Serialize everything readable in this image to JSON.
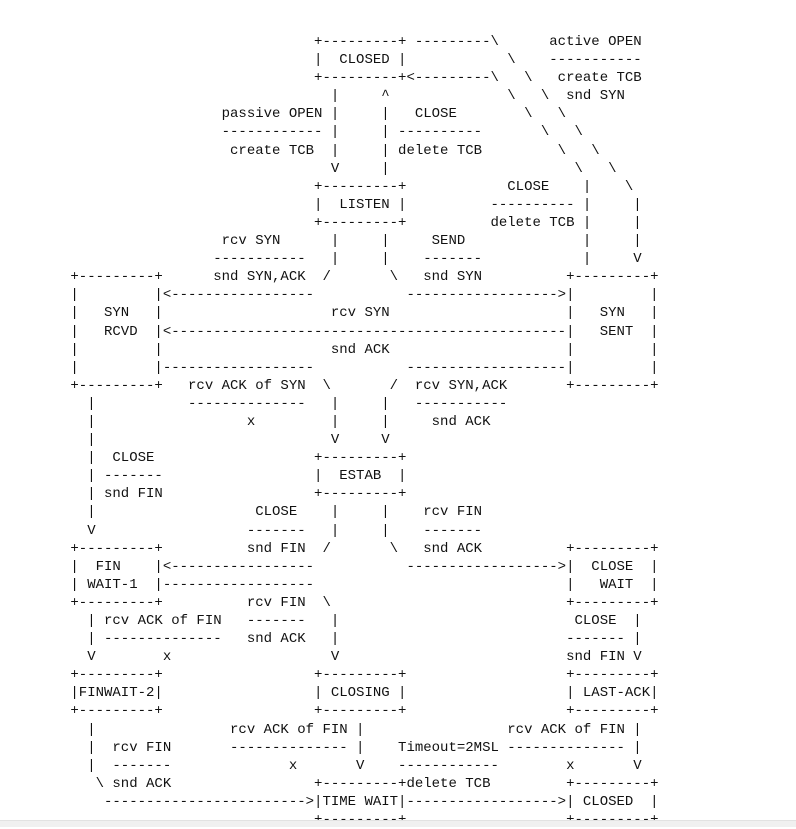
{
  "diagram": {
    "lines": [
      "                              +---------+ ---------\\      active OPEN",
      "                              |  CLOSED |            \\    -----------",
      "                              +---------+<---------\\   \\   create TCB",
      "                                |     ^              \\   \\  snd SYN",
      "                   passive OPEN |     |   CLOSE        \\   \\",
      "                   ------------ |     | ----------       \\   \\",
      "                    create TCB  |     | delete TCB         \\   \\",
      "                                V     |                      \\   \\",
      "                              +---------+            CLOSE    |    \\",
      "                              |  LISTEN |          ---------- |     |",
      "                              +---------+          delete TCB |     |",
      "                   rcv SYN      |     |     SEND              |     |",
      "                  -----------   |     |    -------            |     V",
      " +---------+      snd SYN,ACK  /       \\   snd SYN          +---------+",
      " |         |<-----------------           ------------------>|         |",
      " |   SYN   |                    rcv SYN                     |   SYN   |",
      " |   RCVD  |<-----------------------------------------------|   SENT  |",
      " |         |                    snd ACK                     |         |",
      " |         |------------------           -------------------|         |",
      " +---------+   rcv ACK of SYN  \\       /  rcv SYN,ACK       +---------+",
      "   |           --------------   |     |   -----------",
      "   |                  x         |     |     snd ACK",
      "   |                            V     V",
      "   |  CLOSE                   +---------+",
      "   | -------                  |  ESTAB  |",
      "   | snd FIN                  +---------+",
      "   |                   CLOSE    |     |    rcv FIN",
      "   V                  -------   |     |    -------",
      " +---------+          snd FIN  /       \\   snd ACK          +---------+",
      " |  FIN    |<-----------------           ------------------>|  CLOSE  |",
      " | WAIT-1  |------------------                              |   WAIT  |",
      " +---------+          rcv FIN  \\                            +---------+",
      "   | rcv ACK of FIN   -------   |                            CLOSE  |",
      "   | --------------   snd ACK   |                           ------- |",
      "   V        x                   V                           snd FIN V",
      " +---------+                  +---------+                   +---------+",
      " |FINWAIT-2|                  | CLOSING |                   | LAST-ACK|",
      " +---------+                  +---------+                   +---------+",
      "   |                rcv ACK of FIN |                 rcv ACK of FIN |",
      "   |  rcv FIN       -------------- |    Timeout=2MSL -------------- |",
      "   |  -------              x       V    ------------        x       V",
      "    \\ snd ACK                 +---------+delete TCB         +---------+",
      "     ------------------------>|TIME WAIT|------------------>| CLOSED  |",
      "                              +---------+                   +---------+"
    ]
  }
}
